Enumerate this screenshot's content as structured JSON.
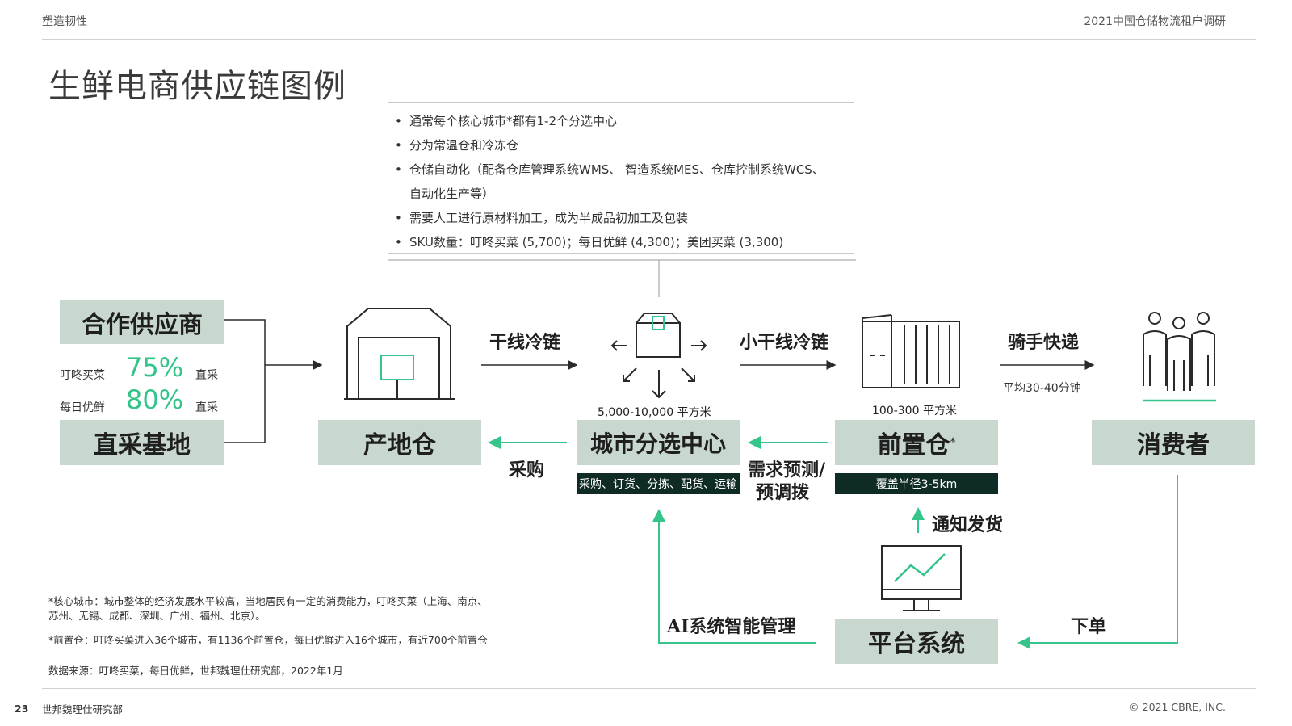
{
  "header": {
    "left": "塑造韧性",
    "right": "2021中国仓储物流租户调研"
  },
  "title": "生鲜电商供应链图例",
  "info_bullets": [
    "通常每个核心城市*都有1-2个分选中心",
    "分为常温仓和冷冻仓",
    "仓储自动化（配备仓库管理系统WMS、 智造系统MES、仓库控制系统WCS、",
    "自动化生产等）",
    "需要人工进行原材料加工，成为半成品初加工及包装",
    "SKU数量：叮咚买菜 (5,700)；每日优鲜 (4,300)；美团买菜 (3,300)"
  ],
  "boxes": {
    "supplier": "合作供应商",
    "direct_base": "直采基地",
    "origin_wh": "产地仓",
    "city_center": "城市分选中心",
    "front_wh": "前置仓",
    "front_wh_star": "*",
    "consumer": "消费者",
    "platform": "平台系统"
  },
  "supplier_stats": [
    {
      "name": "叮咚买菜",
      "pct": "75%",
      "tag": "直采"
    },
    {
      "name": "每日优鲜",
      "pct": "80%",
      "tag": "直采"
    }
  ],
  "labels": {
    "trunk_cold": "干线冷链",
    "small_trunk_cold": "小干线冷链",
    "rider": "骑手快递",
    "rider_time": "平均30-40分钟",
    "purchase": "采购",
    "demand_1": "需求预测/",
    "demand_2": "预调拨",
    "notify": "通知发货",
    "ai": "AI系统智能管理",
    "order": "下单",
    "city_area": "5,000-10,000 平方米",
    "front_area": "100-300 平方米",
    "city_bar": "采购、订货、分拣、配货、运输",
    "front_bar": "覆盖半径3-5km"
  },
  "notes": {
    "core_city_1": "*核心城市：城市整体的经济发展水平较高，当地居民有一定的消费能力，叮咚买菜（上海、南京、",
    "core_city_2": "苏州、无锡、成都、深圳、广州、福州、北京）。",
    "front_wh": "*前置仓：叮咚买菜进入36个城市，有1136个前置仓，每日优鲜进入16个城市，有近700个前置仓",
    "source": "数据来源：叮咚买菜，每日优鲜，世邦魏理仕研究部，2022年1月"
  },
  "footer": {
    "page": "23",
    "org": "世邦魏理仕研究部",
    "copyright": "© 2021 CBRE, INC."
  },
  "colors": {
    "box": "#c9d8cf",
    "accent": "#35c58a",
    "dark": "#0f2b26"
  }
}
